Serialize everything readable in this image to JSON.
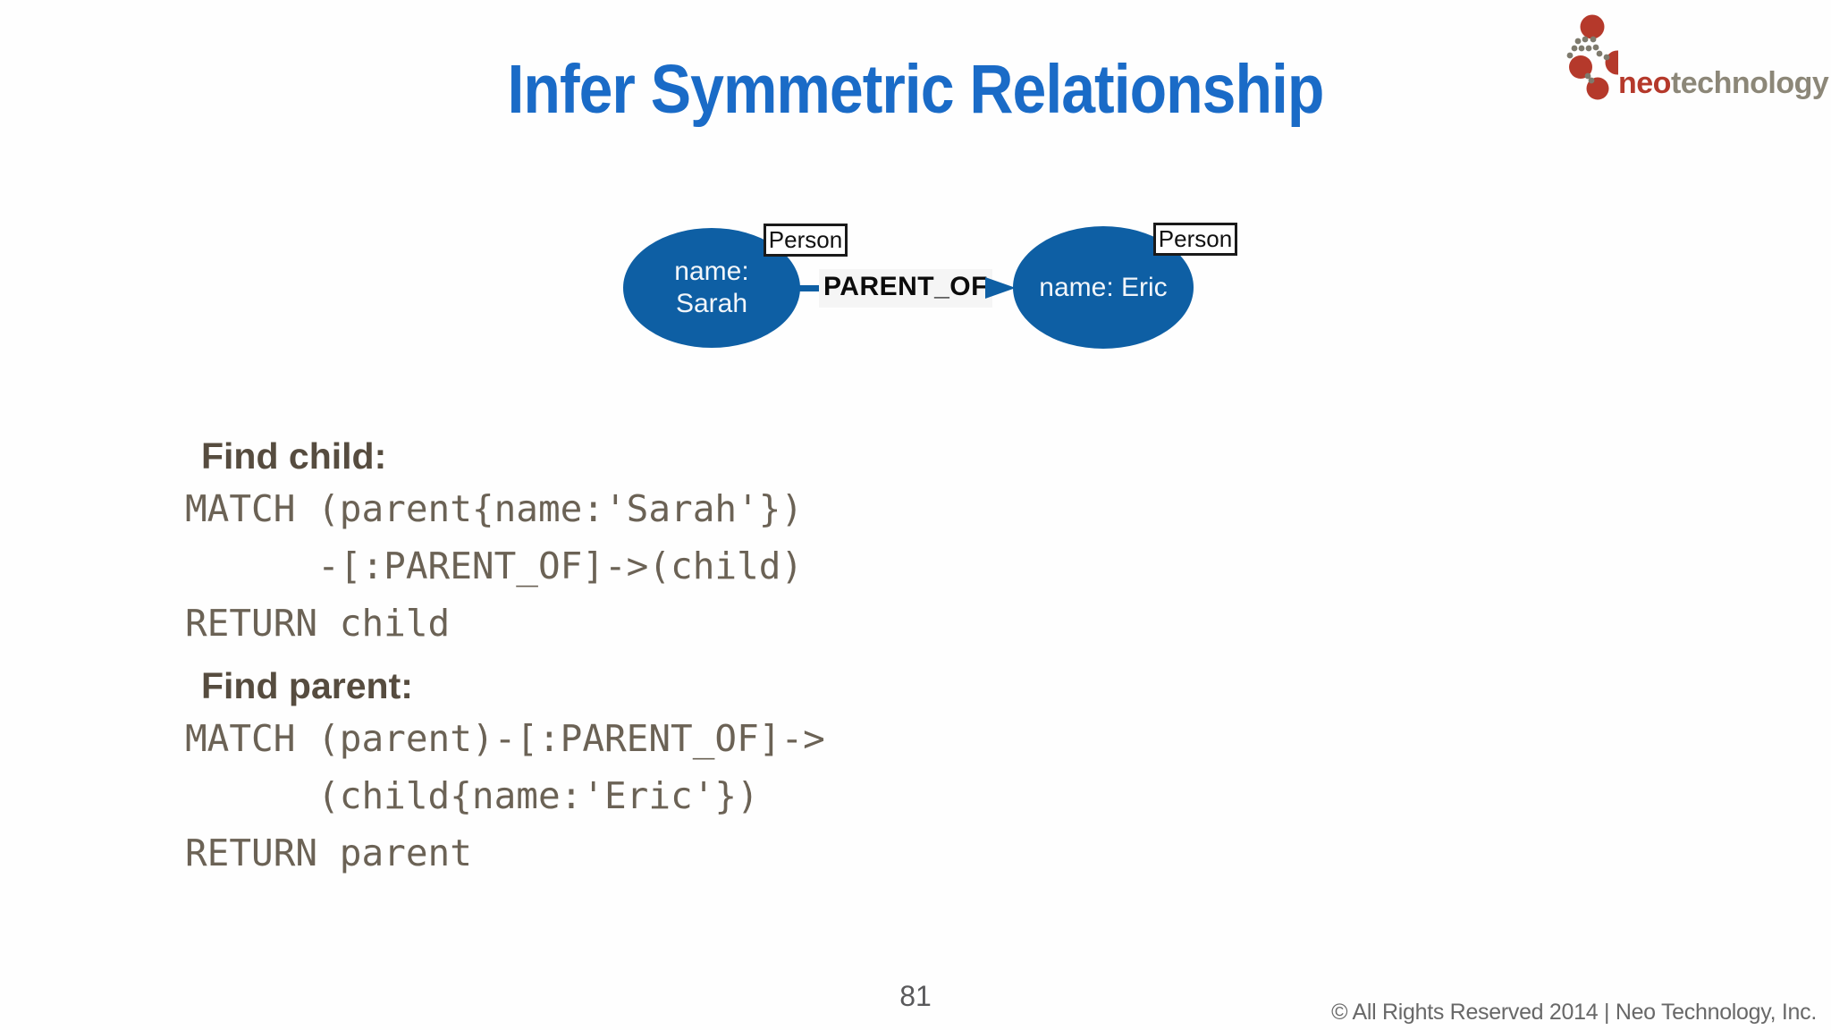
{
  "slide": {
    "title": "Infer Symmetric Relationship",
    "background_color": "#FEFEFE",
    "title_color": "#1A6BC7"
  },
  "logo": {
    "neo": "neo",
    "technology": "technology",
    "red": "#B5392B",
    "gray": "#8C8778"
  },
  "diagram": {
    "node_color": "#0E5FA4",
    "node_text_color": "#FFFFFF",
    "nodes": [
      {
        "label": "name:\nSarah",
        "type_label": "Person"
      },
      {
        "label": "name: Eric",
        "type_label": "Person"
      }
    ],
    "relationship": {
      "label": "PARENT_OF",
      "label_background": "#F5F5F5",
      "arrow_color": "#0E5FA4",
      "direction": "left-to-right"
    }
  },
  "code_blocks": [
    {
      "heading": "Find child:",
      "lines": [
        "MATCH (parent{name:'Sarah'})",
        "      -[:PARENT_OF]->(child)",
        "RETURN child"
      ]
    },
    {
      "heading": "Find parent:",
      "lines": [
        "MATCH (parent)-[:PARENT_OF]->",
        "      (child{name:'Eric'})",
        "RETURN parent"
      ]
    }
  ],
  "footer": {
    "page_number": "81",
    "copyright": "© All Rights Reserved 2014 | Neo Technology, Inc."
  }
}
